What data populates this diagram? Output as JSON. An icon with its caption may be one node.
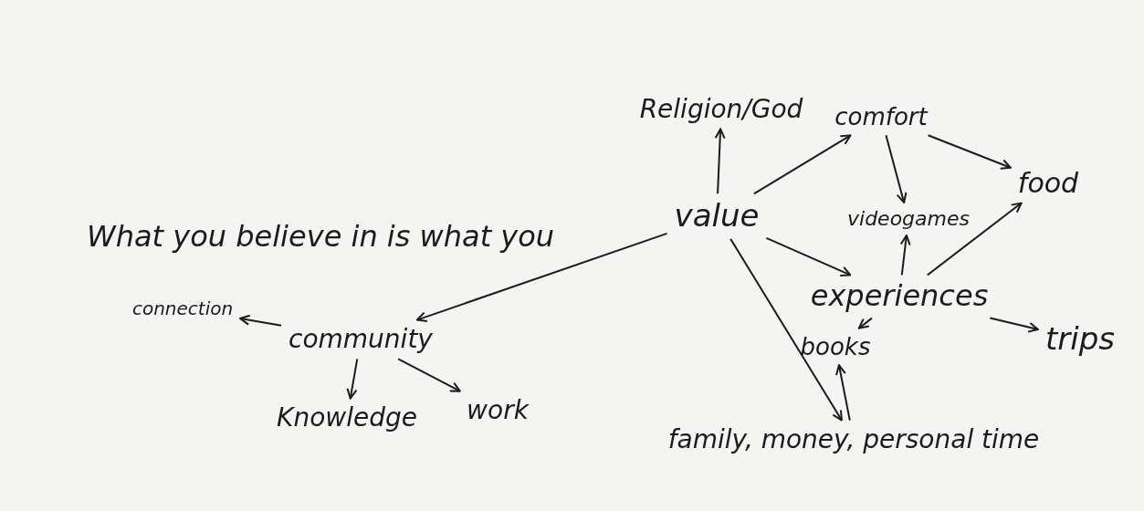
{
  "diagram": {
    "nodes": [
      {
        "text": [
          "value"
        ]
      },
      {
        "text": [
          "Religion/God"
        ]
      },
      {
        "text": [
          "comfort"
        ]
      },
      {
        "text": [
          "food"
        ]
      },
      {
        "text": [
          "videogames"
        ]
      },
      {
        "text": [
          "experiences"
        ]
      },
      {
        "text": [
          "trips"
        ]
      },
      {
        "text": [
          "books"
        ]
      },
      {
        "text": [
          "family, money, personal time"
        ]
      },
      {
        "text": [
          "community"
        ]
      },
      {
        "text": [
          "connection"
        ]
      },
      {
        "text": [
          "Knowledge"
        ]
      },
      {
        "text": [
          "work"
        ]
      }
    ],
    "edges": [
      {
        "from": 0,
        "to": 1,
        "arrow": "to"
      },
      {
        "from": 0,
        "to": 2,
        "arrow": "to"
      },
      {
        "from": 2,
        "to": 3,
        "arrow": "to"
      },
      {
        "from": 2,
        "to": 4,
        "arrow": "to"
      },
      {
        "from": 0,
        "to": 5,
        "arrow": "to"
      },
      {
        "from": 5,
        "to": 4,
        "arrow": "to"
      },
      {
        "from": 5,
        "to": 3,
        "arrow": "to"
      },
      {
        "from": 5,
        "to": 6,
        "arrow": "to"
      },
      {
        "from": 5,
        "to": 7,
        "arrow": "to"
      },
      {
        "from": 8,
        "to": 7,
        "arrow": "to"
      },
      {
        "from": 0,
        "to": 8,
        "arrow": "to"
      },
      {
        "from": 0,
        "to": 9,
        "arrow": "to"
      },
      {
        "from": 9,
        "to": 10,
        "arrow": "to"
      },
      {
        "from": 9,
        "to": 11,
        "arrow": "to"
      },
      {
        "from": 9,
        "to": 12,
        "arrow": "to"
      }
    ],
    "labels": [
      "What you believe in is what you"
    ]
  }
}
